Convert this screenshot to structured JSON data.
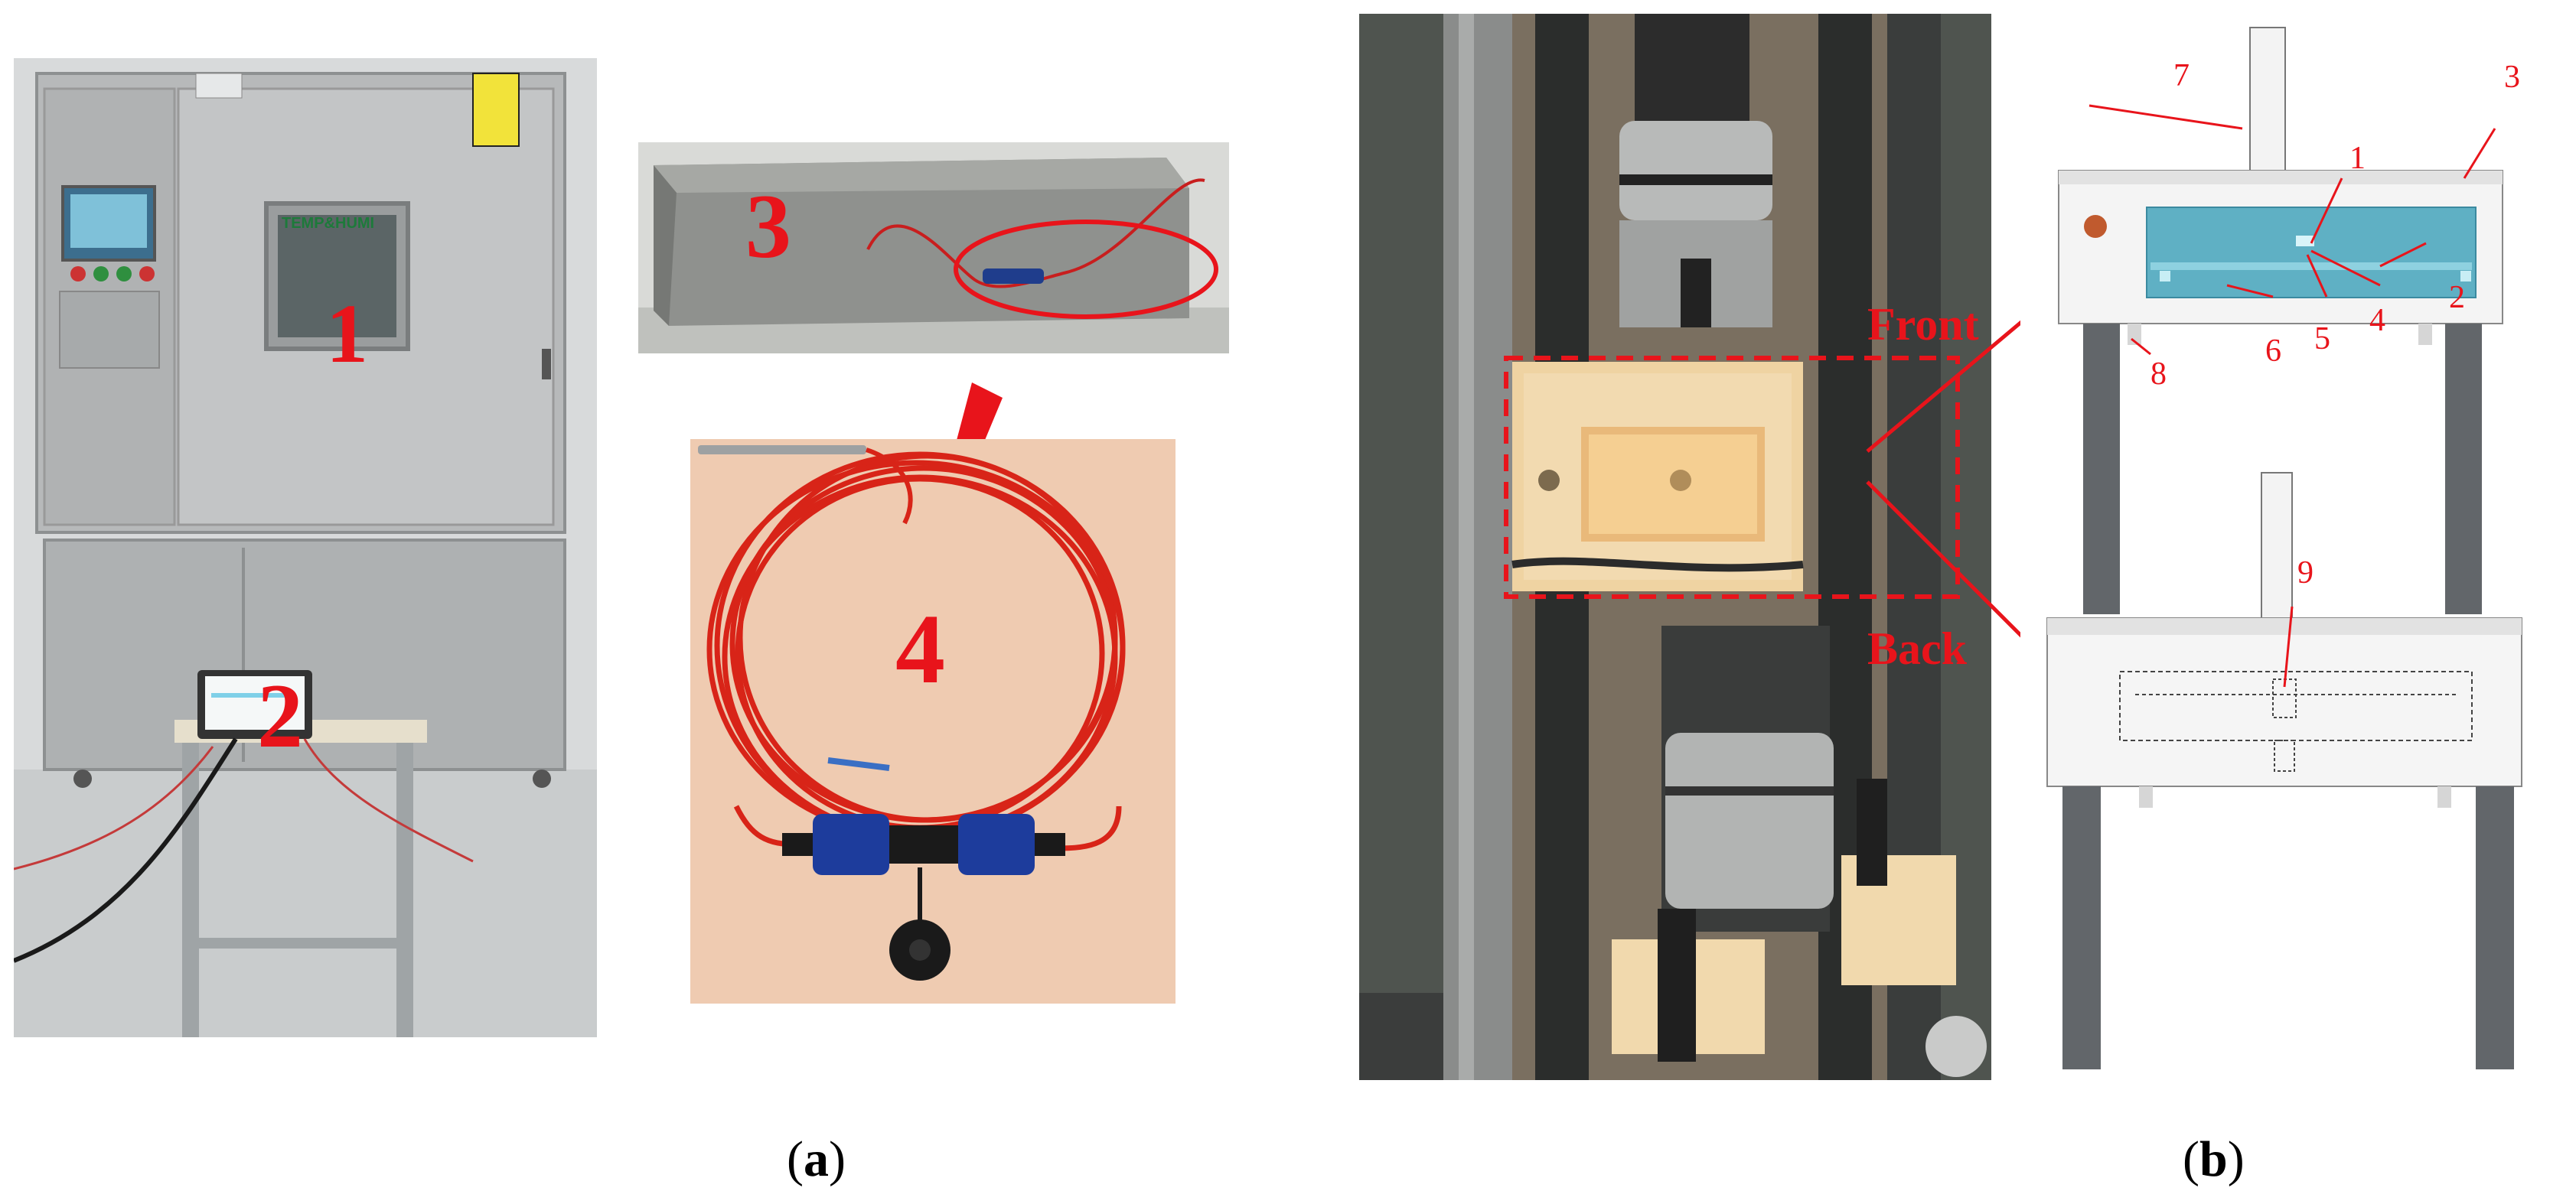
{
  "panel_a": {
    "chamber_brand": "TEMP&HUMI",
    "labels": [
      "1",
      "2",
      "3",
      "4"
    ],
    "caption_letter": "a"
  },
  "panel_b": {
    "front_label": "Front",
    "back_label": "Back",
    "diagram_labels": [
      "1",
      "2",
      "3",
      "4",
      "5",
      "6",
      "7",
      "8",
      "9"
    ],
    "caption_letter": "b"
  },
  "colors": {
    "annotation_red": "#e8141b",
    "cable_red": "#d82418",
    "insulation_cream": "#f0d6a4",
    "panel_cyan": "#5fb0c4"
  }
}
